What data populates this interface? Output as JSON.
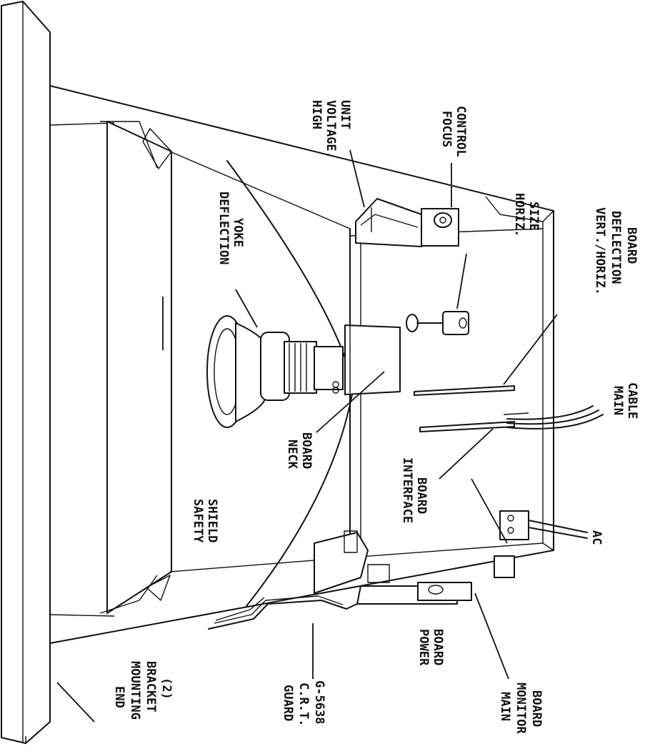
{
  "labels": {
    "high_voltage_unit": [
      "HIGH",
      "VOLTAGE,",
      "UNIT"
    ],
    "focus_control": [
      "FOCUS",
      "CONTROL"
    ],
    "horiz_size": [
      "HORIZ.",
      "SIZE"
    ],
    "deflection_yoke": [
      "DEFLECTION",
      "YOKE"
    ],
    "vert_horiz_deflection_board": [
      "VERT./HORIZ.",
      "DEFLECTION",
      "BOARD"
    ],
    "main_cable": [
      "MAIN",
      "CABLE"
    ],
    "neck_board": [
      "NECK",
      "BOARD"
    ],
    "interface_board": [
      "INTERFACE",
      "BOARD"
    ],
    "safety_shield": [
      "SAFETY",
      "SHIELD"
    ],
    "ac": [
      "AC"
    ],
    "end_mounting_bracket": [
      "END",
      "MOUNTING",
      "BRACKET",
      "(2)"
    ],
    "guard_crt": [
      "GUARD",
      "C.R.T.",
      "G-5638"
    ],
    "power_board": [
      "POWER",
      "BOARD"
    ],
    "main_monitor_board": [
      "MAIN",
      "MONITOR",
      "BOARD"
    ]
  },
  "colors": {
    "ink": "#111111",
    "paper": "#ffffff"
  }
}
